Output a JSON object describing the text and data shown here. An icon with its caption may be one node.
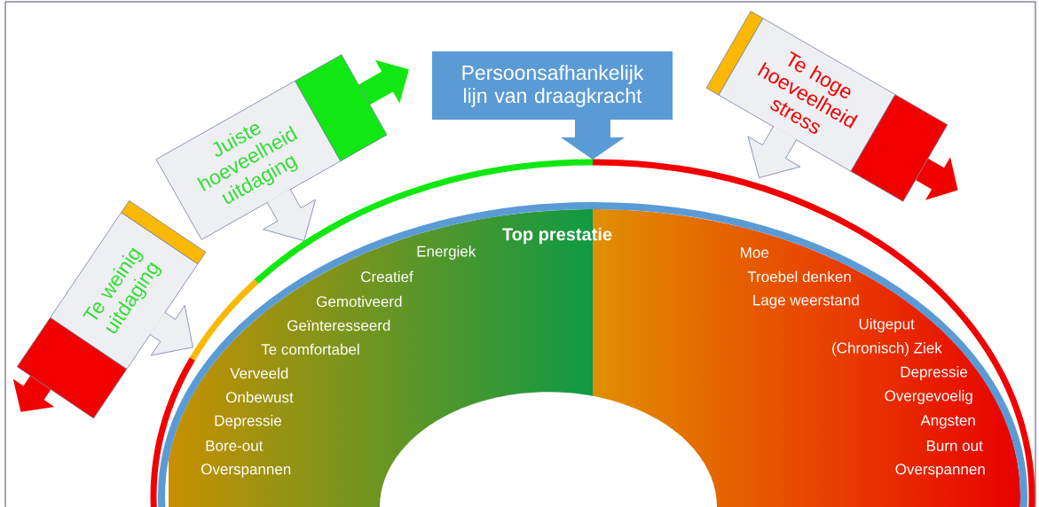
{
  "diagram": {
    "nodes": [
      {
        "text": [
          "Persoonsafhankelijk lijn van draagkracht"
        ]
      },
      {
        "text": [
          "Juiste hoeveelheid uitdaging"
        ]
      },
      {
        "text": [
          "Te weinig uitdaging"
        ]
      },
      {
        "text": [
          "Te hoge hoeveelheid stress"
        ]
      },
      {
        "text": [
          "Top prestatie",
          "Energiek",
          "Creatief",
          "Gemotiveerd",
          "Geïnteresseerd",
          "Te comfortabel",
          "Verveeld",
          "Onbewust",
          "Depressie",
          "Bore-out",
          "Overspannen",
          "Moe",
          "Troebel denken",
          "Lage weerstand",
          "Uitgeput",
          "(Chronisch) Ziek",
          "Depressie",
          "Overgevoelig",
          "Angsten",
          "Burn out",
          "Overspannen"
        ]
      },
      {
        "text": [],
        "shape": "ellipse",
        "in": 4
      }
    ]
  }
}
